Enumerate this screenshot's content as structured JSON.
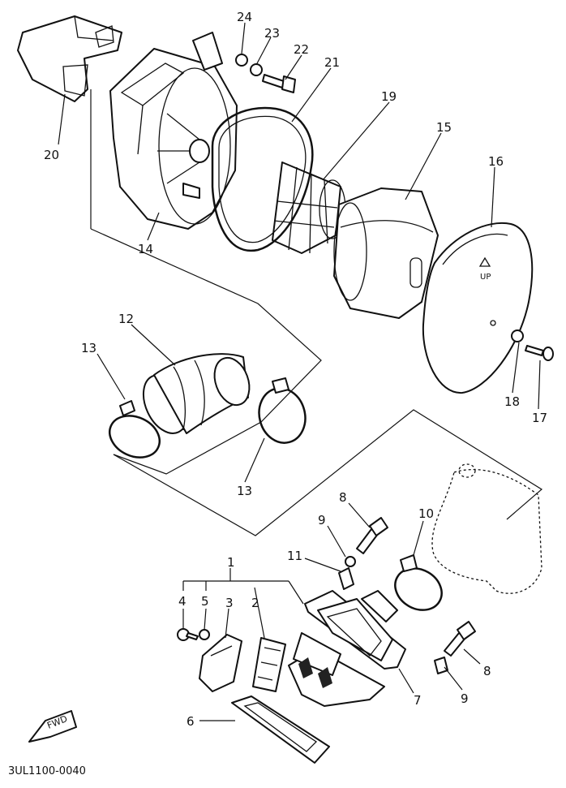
{
  "drawing_code": "3UL1100-0040",
  "direction_marker": "FWD",
  "lid_marking": "UP",
  "callouts": {
    "c1": "1",
    "c2": "2",
    "c3": "3",
    "c4": "4",
    "c5": "5",
    "c6": "6",
    "c7": "7",
    "c8a": "8",
    "c8b": "8",
    "c9a": "9",
    "c9b": "9",
    "c10": "10",
    "c11": "11",
    "c12": "12",
    "c13a": "13",
    "c13b": "13",
    "c14": "14",
    "c15": "15",
    "c16": "16",
    "c17": "17",
    "c18": "18",
    "c19": "19",
    "c20": "20",
    "c21": "21",
    "c22": "22",
    "c23": "23",
    "c24": "24"
  }
}
